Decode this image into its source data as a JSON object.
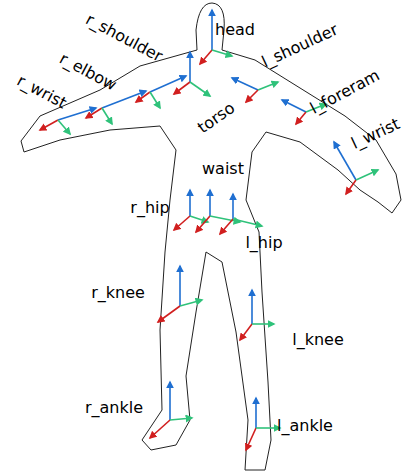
{
  "diagram": {
    "labels": [
      "head",
      "r_shoulder",
      "l_shoulder",
      "r_elbow",
      "l_foreram",
      "r_wrist",
      "torso",
      "l_wrist",
      "waist",
      "r_hip",
      "l_hip",
      "r_knee",
      "l_knee",
      "r_ankle",
      "l_ankle"
    ]
  }
}
